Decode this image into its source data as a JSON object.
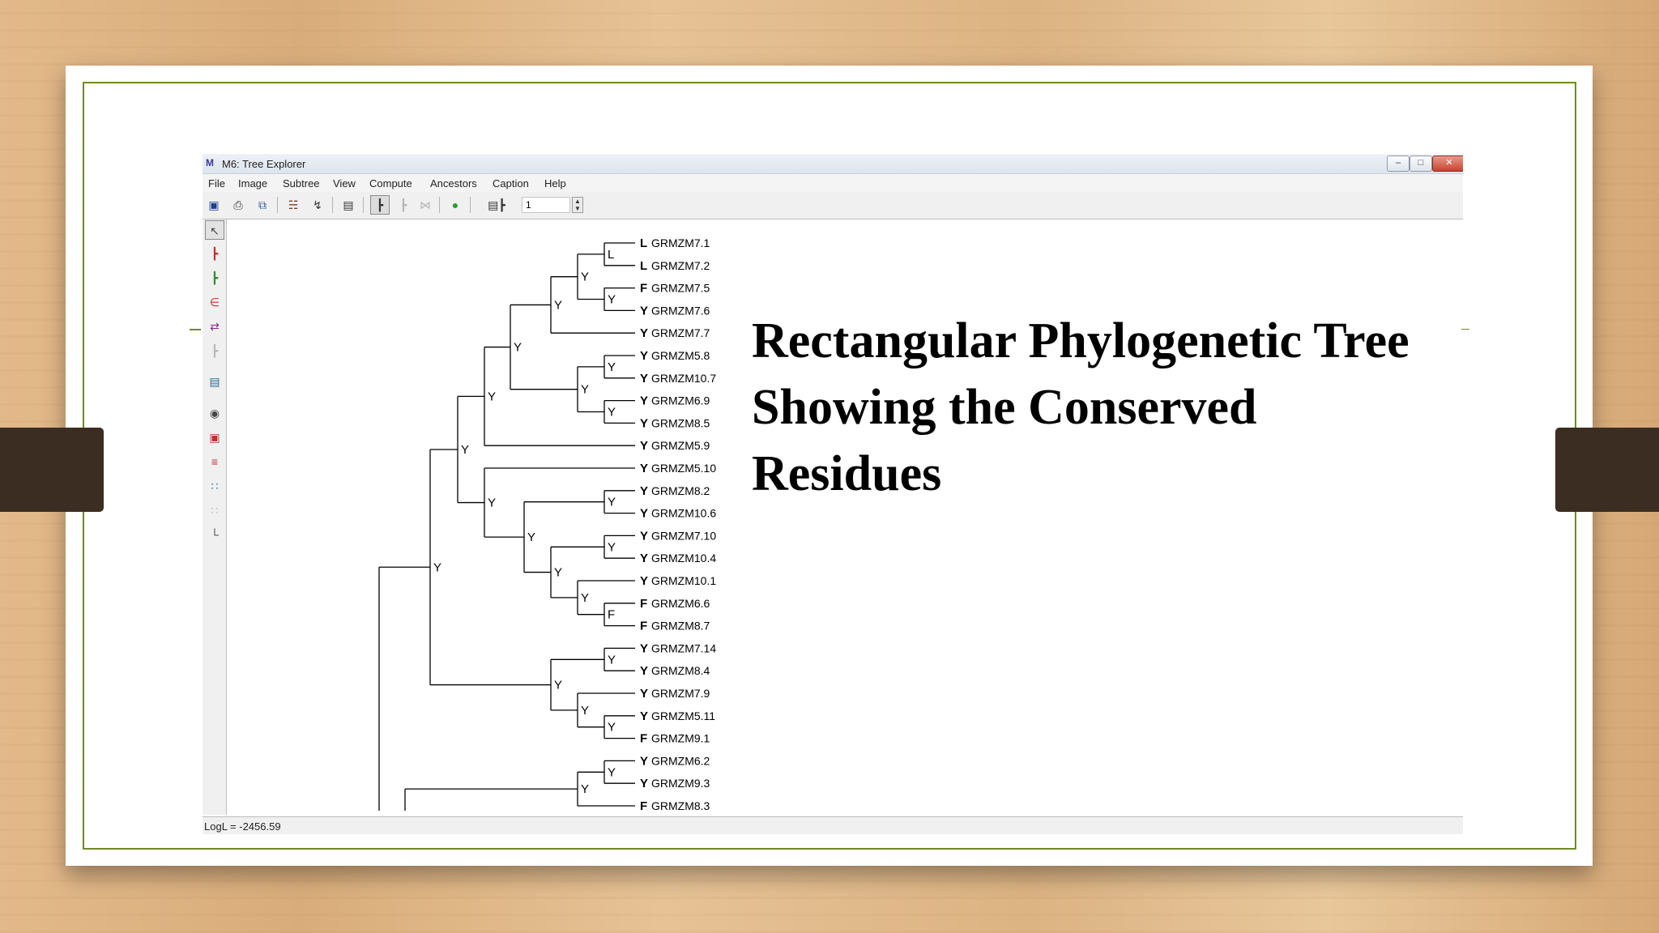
{
  "slide": {
    "title_lines": [
      "Rectangular Phylogenetic Tree",
      "Showing the Conserved",
      "Residues"
    ],
    "accent_color": "#6f8a2a"
  },
  "window": {
    "title": "M6: Tree Explorer",
    "app_icon": "mega-icon",
    "menu": [
      "File",
      "Image",
      "Subtree",
      "View",
      "Compute",
      "Ancestors",
      "Caption",
      "Help"
    ],
    "zoom_value": "1",
    "status": "LogL = -2456.59"
  },
  "toolbar_icons": [
    "save-icon",
    "print-icon",
    "copy-icon",
    "search-tree-icon",
    "bootstrap-icon",
    "tree-style-icon",
    "rectangular-tree-icon",
    "circle-tree-icon",
    "radiation-tree-icon",
    "root-icon",
    "topology-icon"
  ],
  "sidebar_icons": [
    "pointer-icon",
    "place-root-icon",
    "flip-subtree-icon",
    "compress-subtree-icon",
    "swap-icon",
    "subtree-disabled-icon",
    "caption-icon",
    "find-icon",
    "zoom-fit-icon",
    "mark-taxa-icon",
    "branch-info-icon",
    "branch-info-disabled-icon",
    "scale-icon"
  ],
  "tree": {
    "taxa": [
      {
        "name": "GRMZM7.1",
        "state": "L"
      },
      {
        "name": "GRMZM7.2",
        "state": "L"
      },
      {
        "name": "GRMZM7.5",
        "state": "F"
      },
      {
        "name": "GRMZM7.6",
        "state": "Y"
      },
      {
        "name": "GRMZM7.7",
        "state": "Y"
      },
      {
        "name": "GRMZM5.8",
        "state": "Y"
      },
      {
        "name": "GRMZM10.7",
        "state": "Y"
      },
      {
        "name": "GRMZM6.9",
        "state": "Y"
      },
      {
        "name": "GRMZM8.5",
        "state": "Y"
      },
      {
        "name": "GRMZM5.9",
        "state": "Y"
      },
      {
        "name": "GRMZM5.10",
        "state": "Y"
      },
      {
        "name": "GRMZM8.2",
        "state": "Y"
      },
      {
        "name": "GRMZM10.6",
        "state": "Y"
      },
      {
        "name": "GRMZM7.10",
        "state": "Y"
      },
      {
        "name": "GRMZM10.4",
        "state": "Y"
      },
      {
        "name": "GRMZM10.1",
        "state": "Y"
      },
      {
        "name": "GRMZM6.6",
        "state": "F"
      },
      {
        "name": "GRMZM8.7",
        "state": "F"
      },
      {
        "name": "GRMZM7.14",
        "state": "Y"
      },
      {
        "name": "GRMZM8.4",
        "state": "Y"
      },
      {
        "name": "GRMZM7.9",
        "state": "Y"
      },
      {
        "name": "GRMZM5.11",
        "state": "Y"
      },
      {
        "name": "GRMZM9.1",
        "state": "F"
      },
      {
        "name": "GRMZM6.2",
        "state": "Y"
      },
      {
        "name": "GRMZM9.3",
        "state": "Y"
      },
      {
        "name": "GRMZM8.3",
        "state": "F"
      }
    ],
    "internal_nodes": [
      {
        "id": "n01",
        "children": [
          0,
          1
        ],
        "state": "L"
      },
      {
        "id": "n02",
        "children": [
          2,
          3
        ],
        "state": "Y"
      },
      {
        "id": "n03",
        "children": [
          "n01",
          "n02"
        ],
        "state": "Y"
      },
      {
        "id": "n04",
        "children": [
          "n03",
          4
        ],
        "state": "Y"
      },
      {
        "id": "n05",
        "children": [
          5,
          6
        ],
        "state": "Y"
      },
      {
        "id": "n06",
        "children": [
          7,
          8
        ],
        "state": "Y"
      },
      {
        "id": "n07",
        "children": [
          "n05",
          "n06"
        ],
        "state": "Y"
      },
      {
        "id": "n08",
        "children": [
          "n04",
          "n07"
        ],
        "state": "Y"
      },
      {
        "id": "n09",
        "children": [
          "n08",
          9
        ],
        "state": "Y"
      },
      {
        "id": "n10",
        "children": [
          11,
          12
        ],
        "state": "Y"
      },
      {
        "id": "n11",
        "children": [
          13,
          14
        ],
        "state": "Y"
      },
      {
        "id": "n12",
        "children": [
          16,
          17
        ],
        "state": "F"
      },
      {
        "id": "n13",
        "children": [
          15,
          "n12"
        ],
        "state": "Y"
      },
      {
        "id": "n14",
        "children": [
          "n11",
          "n13"
        ],
        "state": "Y"
      },
      {
        "id": "n15",
        "children": [
          "n10",
          "n14"
        ],
        "state": "Y"
      },
      {
        "id": "n16",
        "children": [
          10,
          "n15"
        ],
        "state": "Y"
      },
      {
        "id": "n17",
        "children": [
          "n09",
          "n16"
        ],
        "state": "Y"
      },
      {
        "id": "n18",
        "children": [
          18,
          19
        ],
        "state": "Y"
      },
      {
        "id": "n19",
        "children": [
          21,
          22
        ],
        "state": "Y"
      },
      {
        "id": "n20",
        "children": [
          20,
          "n19"
        ],
        "state": "Y"
      },
      {
        "id": "n21",
        "children": [
          "n18",
          "n20"
        ],
        "state": "Y"
      },
      {
        "id": "n22",
        "children": [
          "n17",
          "n21"
        ],
        "state": "Y"
      },
      {
        "id": "n23",
        "children": [
          23,
          24
        ],
        "state": "Y"
      },
      {
        "id": "n24",
        "children": [
          "n23",
          25
        ],
        "state": "Y"
      }
    ]
  }
}
